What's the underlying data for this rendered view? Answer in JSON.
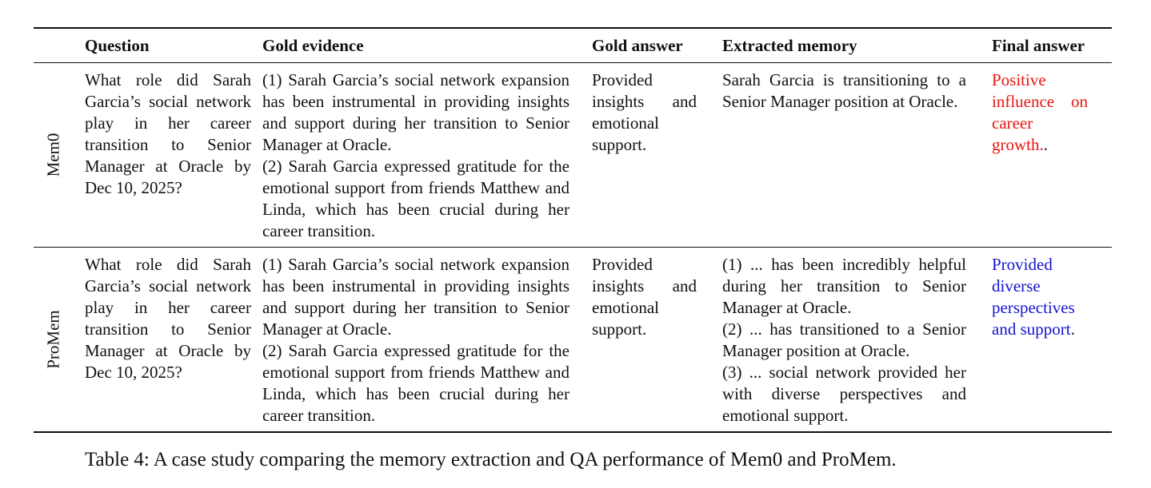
{
  "table": {
    "headers": {
      "system": "",
      "question": "Question",
      "gold_evidence": "Gold evidence",
      "gold_answer": "Gold answer",
      "extracted_memory": "Extracted memory",
      "final_answer": "Final answer"
    },
    "rows": [
      {
        "system": "Mem0",
        "question": "What role did Sarah Garcia’s social net­work play in her career transition to Senior Manager at Oracle by Dec 10, 2025?",
        "gold_evidence": [
          "(1) Sarah Garcia’s social network expan­sion has been instrumental in providing insights and support during her transi­tion to Senior Manager at Oracle.",
          "(2) Sarah Garcia expressed gratitude for the emotional support from friends Matthew and Linda, which has been cru­cial during her career transition."
        ],
        "gold_answer": "Provided insights and emotional support.",
        "extracted_memory": [
          "Sarah Garcia is transitioning to a Senior Manager position at Or­acle."
        ],
        "final_answer_text": "Positive influence on career growth.",
        "final_answer_suffix": ".",
        "final_answer_color": "#e8150f"
      },
      {
        "system": "ProMem",
        "question": "What role did Sarah Garcia’s social net­work play in her career transition to Senior Manager at Oracle by Dec 10, 2025?",
        "gold_evidence": [
          "(1) Sarah Garcia’s social network expan­sion has been instrumental in providing insights and support during her transi­tion to Senior Manager at Oracle.",
          "(2) Sarah Garcia expressed gratitude for the emotional support from friends Matthew and Linda, which has been cru­cial during her career transition."
        ],
        "gold_answer": "Provided insights and emotional support.",
        "extracted_memory": [
          "(1) ... has been incredibly help­ful during her transition to Se­nior Manager at Oracle.",
          "(2) ... has transitioned to a Se­nior Manager position at Oracle.",
          "(3) ... social network provided her with diverse perspectives and emotional support."
        ],
        "final_answer_text": "Provided diverse perspec­tives and support",
        "final_answer_suffix": ".",
        "final_answer_color": "#1414d2"
      }
    ]
  },
  "caption": "Table 4: A case study comparing the memory extraction and QA performance of Mem0 and ProMem."
}
